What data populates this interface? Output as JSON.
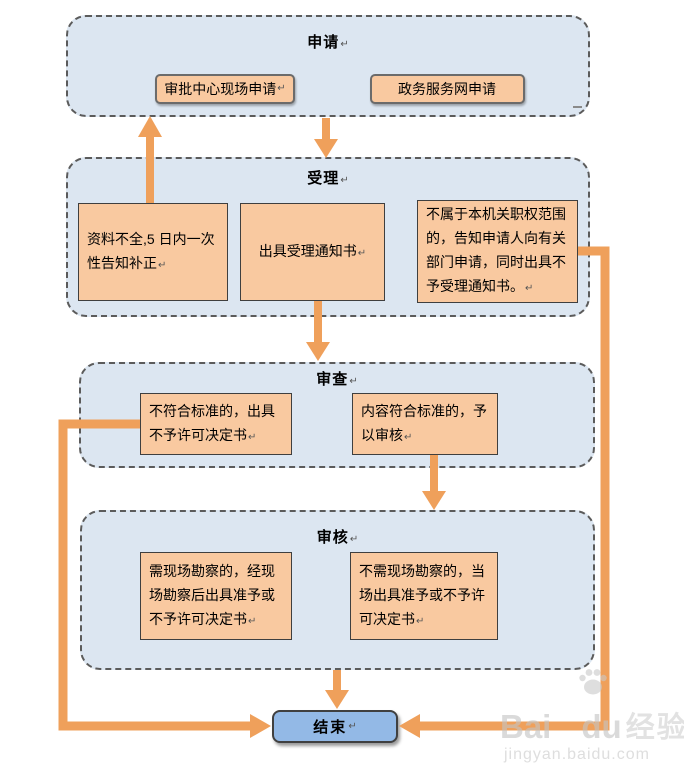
{
  "colors": {
    "canvas_bg": "#ffffff",
    "container_fill": "#dce6f1",
    "container_border": "#5b5b5b",
    "node_fill": "#f9c9a0",
    "node_border": "#3f3f3f",
    "arrow": "#efa05b",
    "end_fill": "#93b9e6",
    "end_border": "#404040",
    "text": "#000000"
  },
  "diagram": {
    "type": "flowchart",
    "return_mark": "↵",
    "stages": [
      {
        "title": "申请",
        "mark": "↵",
        "nodes": [
          {
            "text": "审批中心现场申请",
            "mark": "↵"
          },
          {
            "text": "政务服务网申请",
            "mark": ""
          }
        ]
      },
      {
        "title": "受理",
        "mark": "↵",
        "nodes": [
          {
            "text": "资料不全,5 日内一次性告知补正",
            "mark": "↵"
          },
          {
            "text": "出具受理通知书",
            "mark": "↵"
          },
          {
            "text": "不属于本机关职权范围的，告知申请人向有关部门申请，同时出具不予受理通知书。",
            "mark": "↵"
          }
        ]
      },
      {
        "title": "审查",
        "mark": "↵",
        "nodes": [
          {
            "text": "不符合标准的，出具不予许可决定书",
            "mark": "↵"
          },
          {
            "text": "内容符合标准的，予以审核",
            "mark": "↵"
          }
        ]
      },
      {
        "title": "审核",
        "mark": "↵",
        "nodes": [
          {
            "text": "需现场勘察的，经现场勘察后出具准予或不予许可决定书",
            "mark": "↵"
          },
          {
            "text": "不需现场勘察的，当场出具准予或不予许可决定书",
            "mark": "↵"
          }
        ]
      }
    ],
    "end_node": {
      "text": "结束",
      "mark": "↵"
    },
    "connections": [
      {
        "from": "申请",
        "to": "受理"
      },
      {
        "from": "受理/资料不全一次性告知补正",
        "to": "申请"
      },
      {
        "from": "受理/出具受理通知书",
        "to": "审查"
      },
      {
        "from": "受理/不属于本机关职权范围出具不予受理通知书",
        "to": "结束"
      },
      {
        "from": "审查/不符合标准出具不予许可决定书",
        "to": "结束"
      },
      {
        "from": "审查/内容符合标准予以审核",
        "to": "审核"
      },
      {
        "from": "审核",
        "to": "结束"
      }
    ]
  },
  "watermark": {
    "brand_left": "Bai",
    "brand_right": "du",
    "brand_cn": "经验",
    "url": "jingyan.baidu.com"
  }
}
